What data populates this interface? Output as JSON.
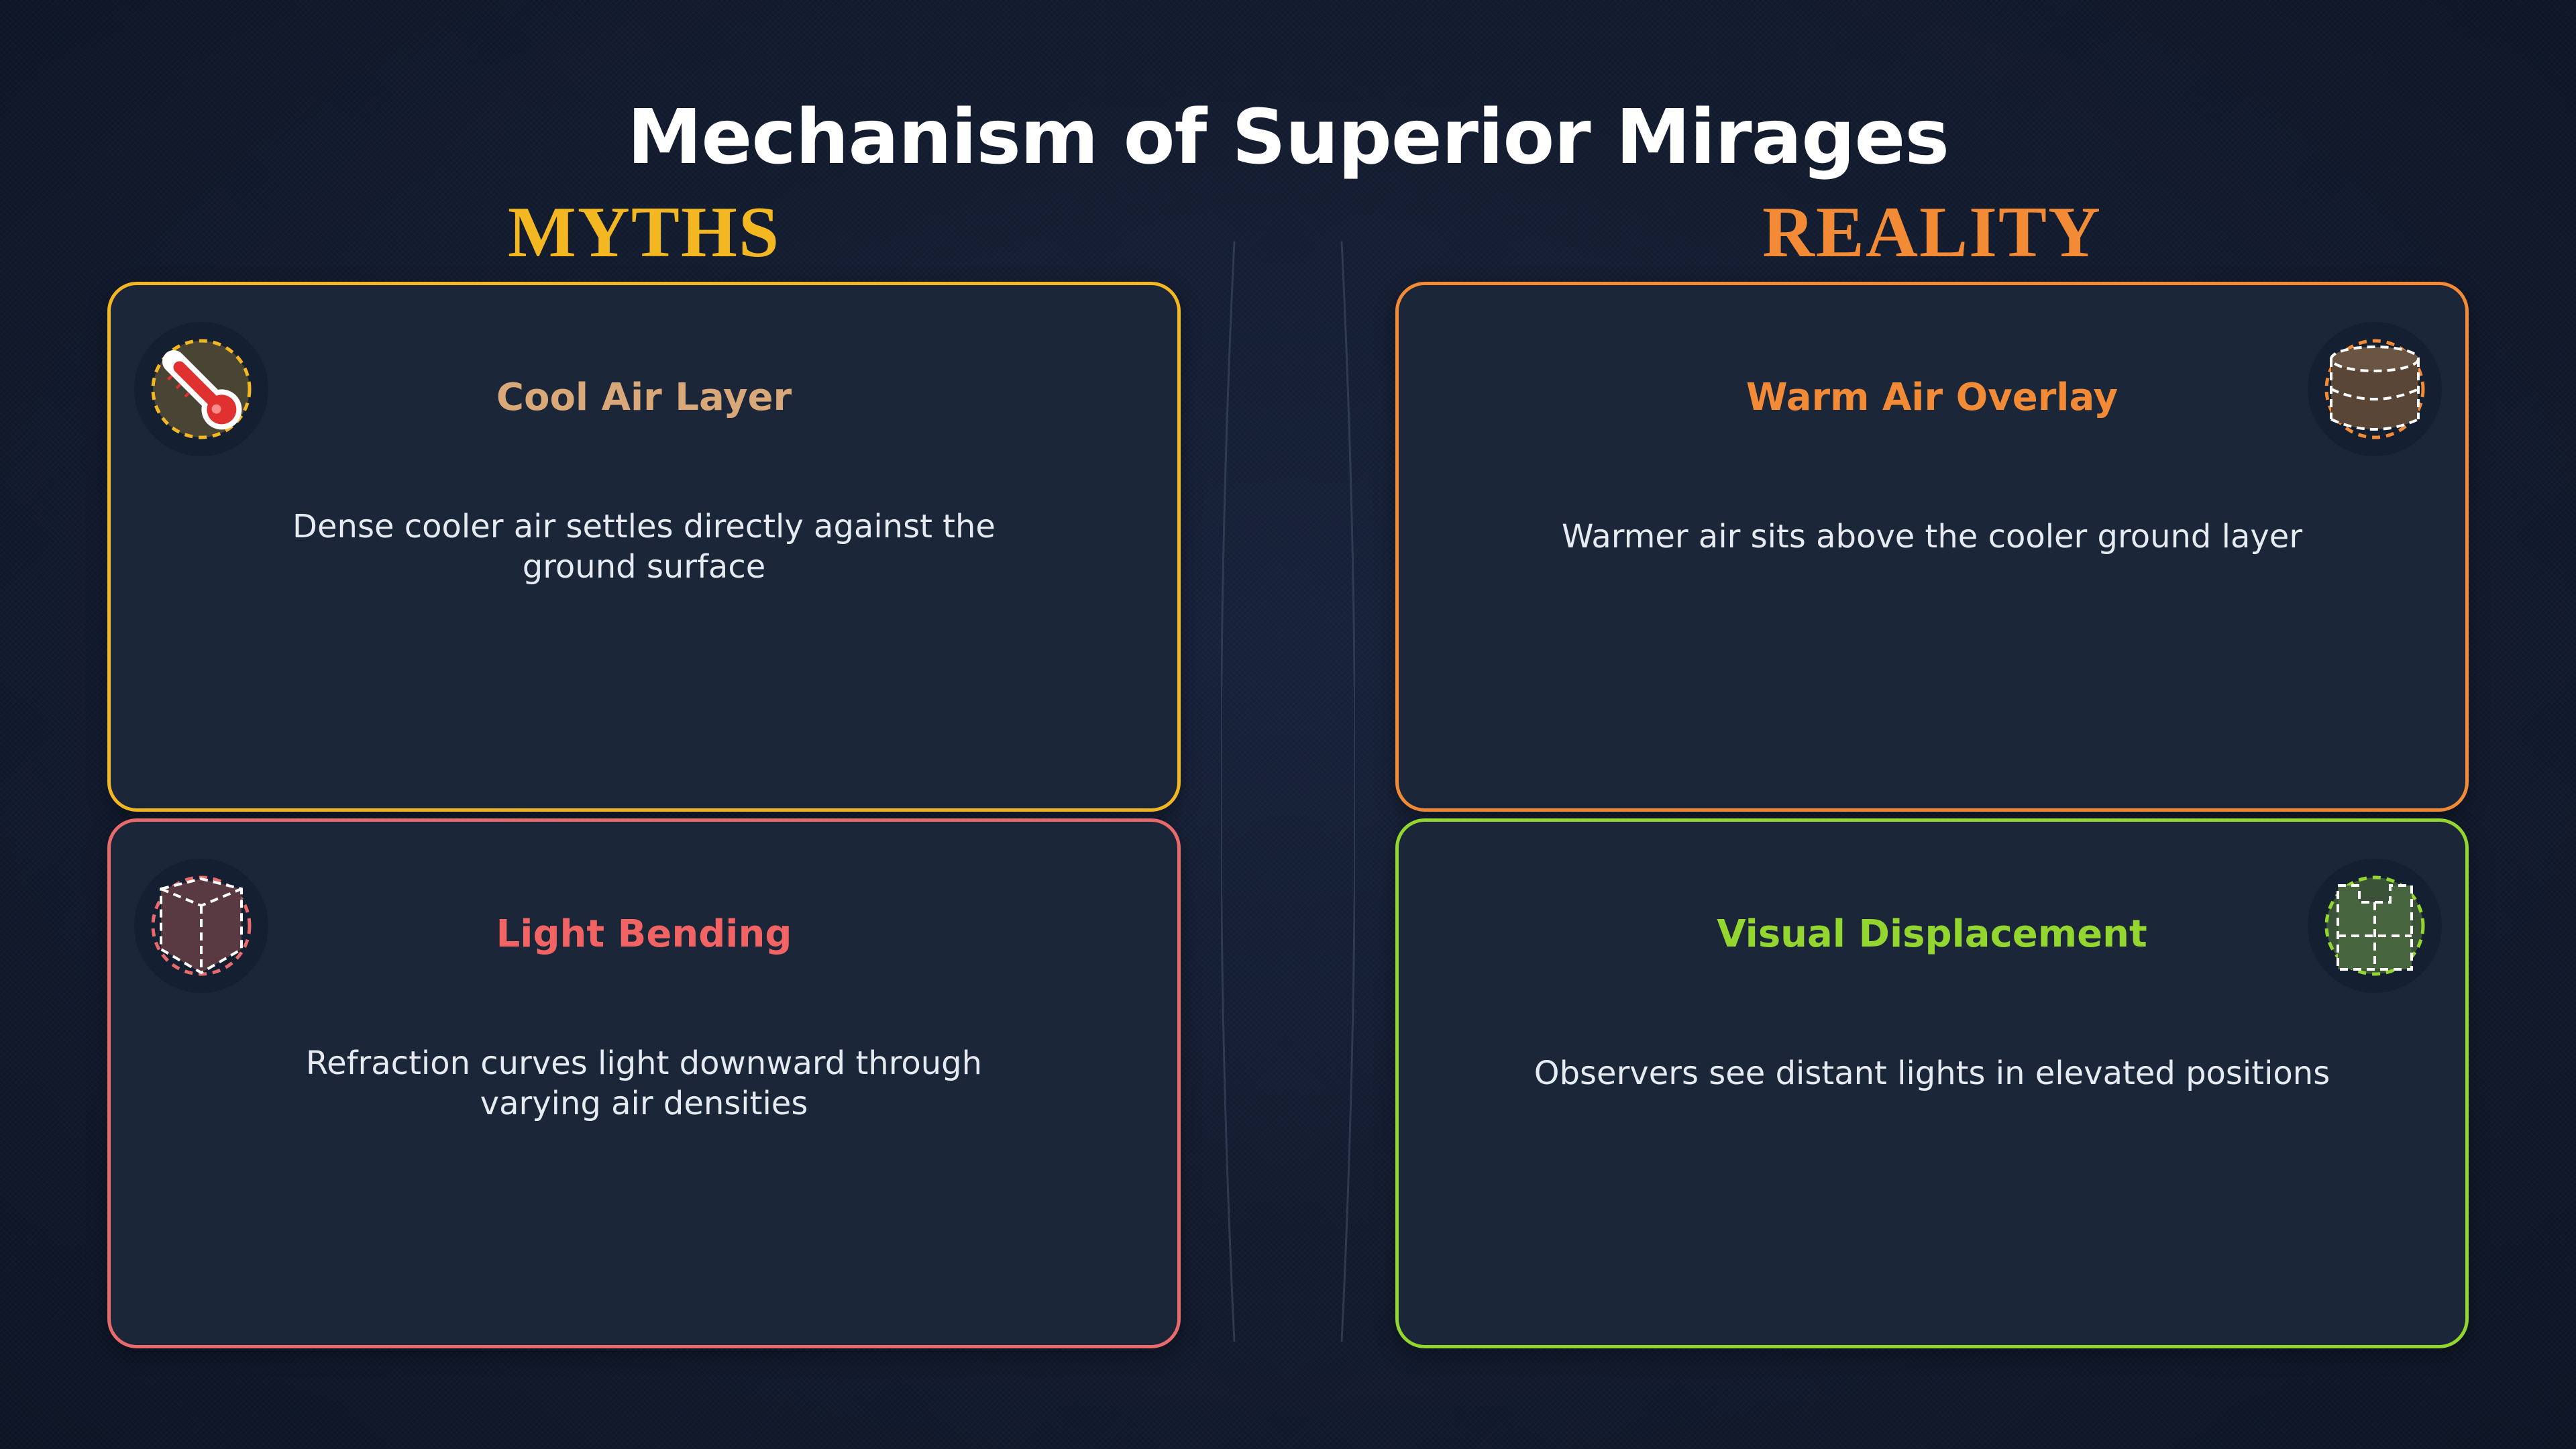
{
  "title": "Mechanism of Superior Mirages",
  "columns": {
    "left": "MYTHS",
    "right": "REALITY"
  },
  "cards": [
    {
      "title": "Cool Air Layer",
      "description": "Dense cooler air settles directly against the ground surface",
      "icon": "thermometer-icon",
      "accent": "#f3b722",
      "title_color": "#d9a878"
    },
    {
      "title": "Warm Air Overlay",
      "description": "Warmer air sits above the cooler ground layer",
      "icon": "layers-cylinder-icon",
      "accent": "#f28a36",
      "title_color": "#f28a36"
    },
    {
      "title": "Light Bending",
      "description": "Refraction curves light downward through varying air densities",
      "icon": "prism-icon",
      "accent": "#e86a6a",
      "title_color": "#f26464"
    },
    {
      "title": "Visual Displacement",
      "description": "Observers see distant lights in elevated positions",
      "icon": "displaced-lights-icon",
      "accent": "#93d630",
      "title_color": "#93d630"
    }
  ]
}
